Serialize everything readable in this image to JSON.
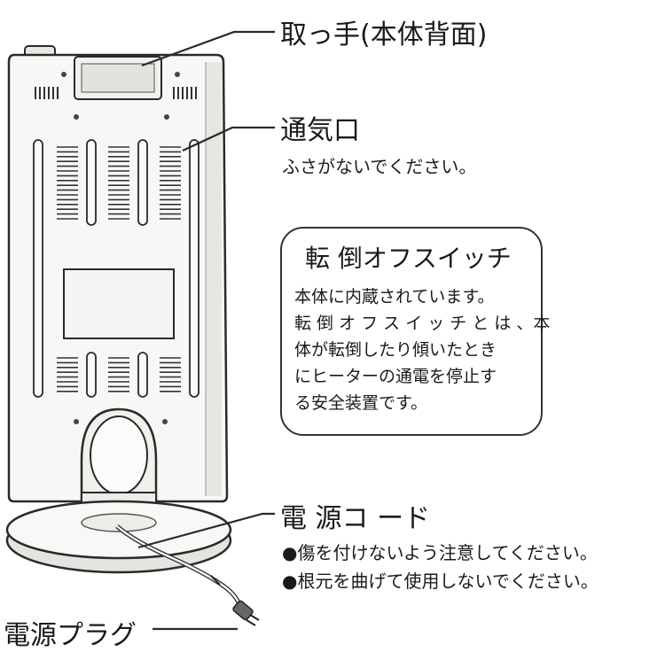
{
  "labels": {
    "handle_title": "取っ手(本体背面)",
    "vent_title": "通気口",
    "vent_note": "ふさがないでください。",
    "cord_title": "電 源コ ード",
    "cord_note_1": "●傷を付けないよう注意してください。",
    "cord_note_2": "●根元を曲げて使用しないでください。",
    "plug_title": "電源プラグ"
  },
  "tip_box": {
    "title": "転 倒オフスイッチ",
    "line_1": "本体に内蔵されています。",
    "line_2": "転 倒 オ フ ス イ ッ チ と は 、本",
    "line_3": "体が転倒したり傾いたとき",
    "line_4": "にヒーターの通電を停止す",
    "line_5": "る安全装置です。"
  },
  "colors": {
    "line": "#2a2a2a",
    "body_fill": "#f7f7f5",
    "shade": "#d8d8d4"
  }
}
